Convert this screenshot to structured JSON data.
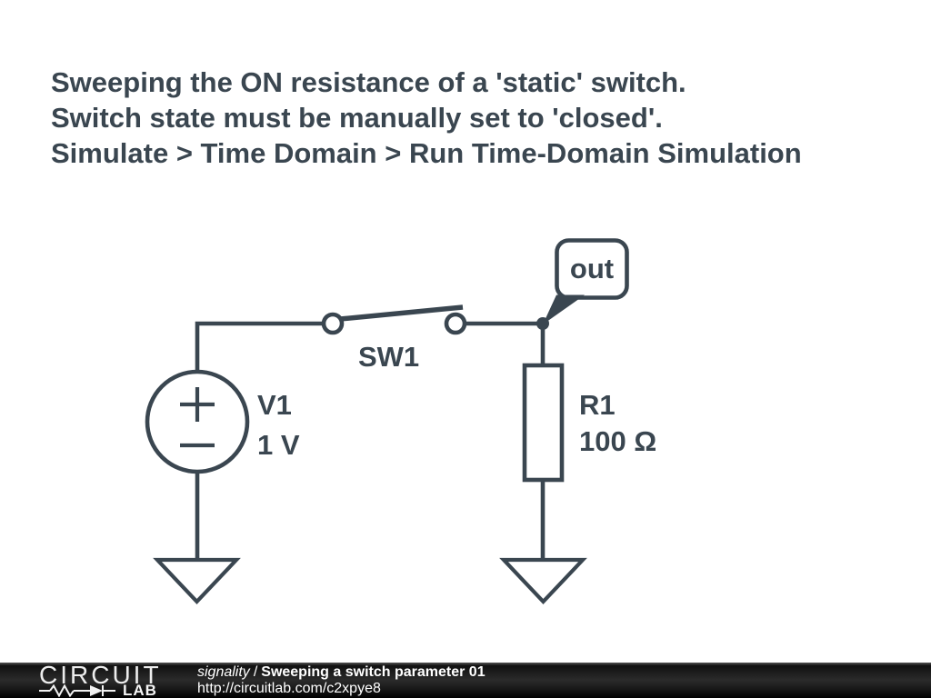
{
  "heading": {
    "line1": "Sweeping the ON resistance of a 'static' switch.",
    "line2": "Switch state must be manually set to 'closed'.",
    "line3": "Simulate > Time Domain > Run Time-Domain Simulation"
  },
  "circuit": {
    "v1": {
      "name": "V1",
      "value": "1 V"
    },
    "sw1": {
      "name": "SW1"
    },
    "r1": {
      "name": "R1",
      "value": "100 Ω"
    },
    "out": {
      "label": "out"
    }
  },
  "footer": {
    "logo_top": "CIRCUIT",
    "logo_bottom": "LAB",
    "author": "signality",
    "separator": "/",
    "title": "Sweeping a switch parameter 01",
    "url": "http://circuitlab.com/c2xpye8"
  },
  "colors": {
    "ink": "#3a4650",
    "footer_background": "#1a1a1a",
    "logo_white": "#f2f2f2"
  }
}
